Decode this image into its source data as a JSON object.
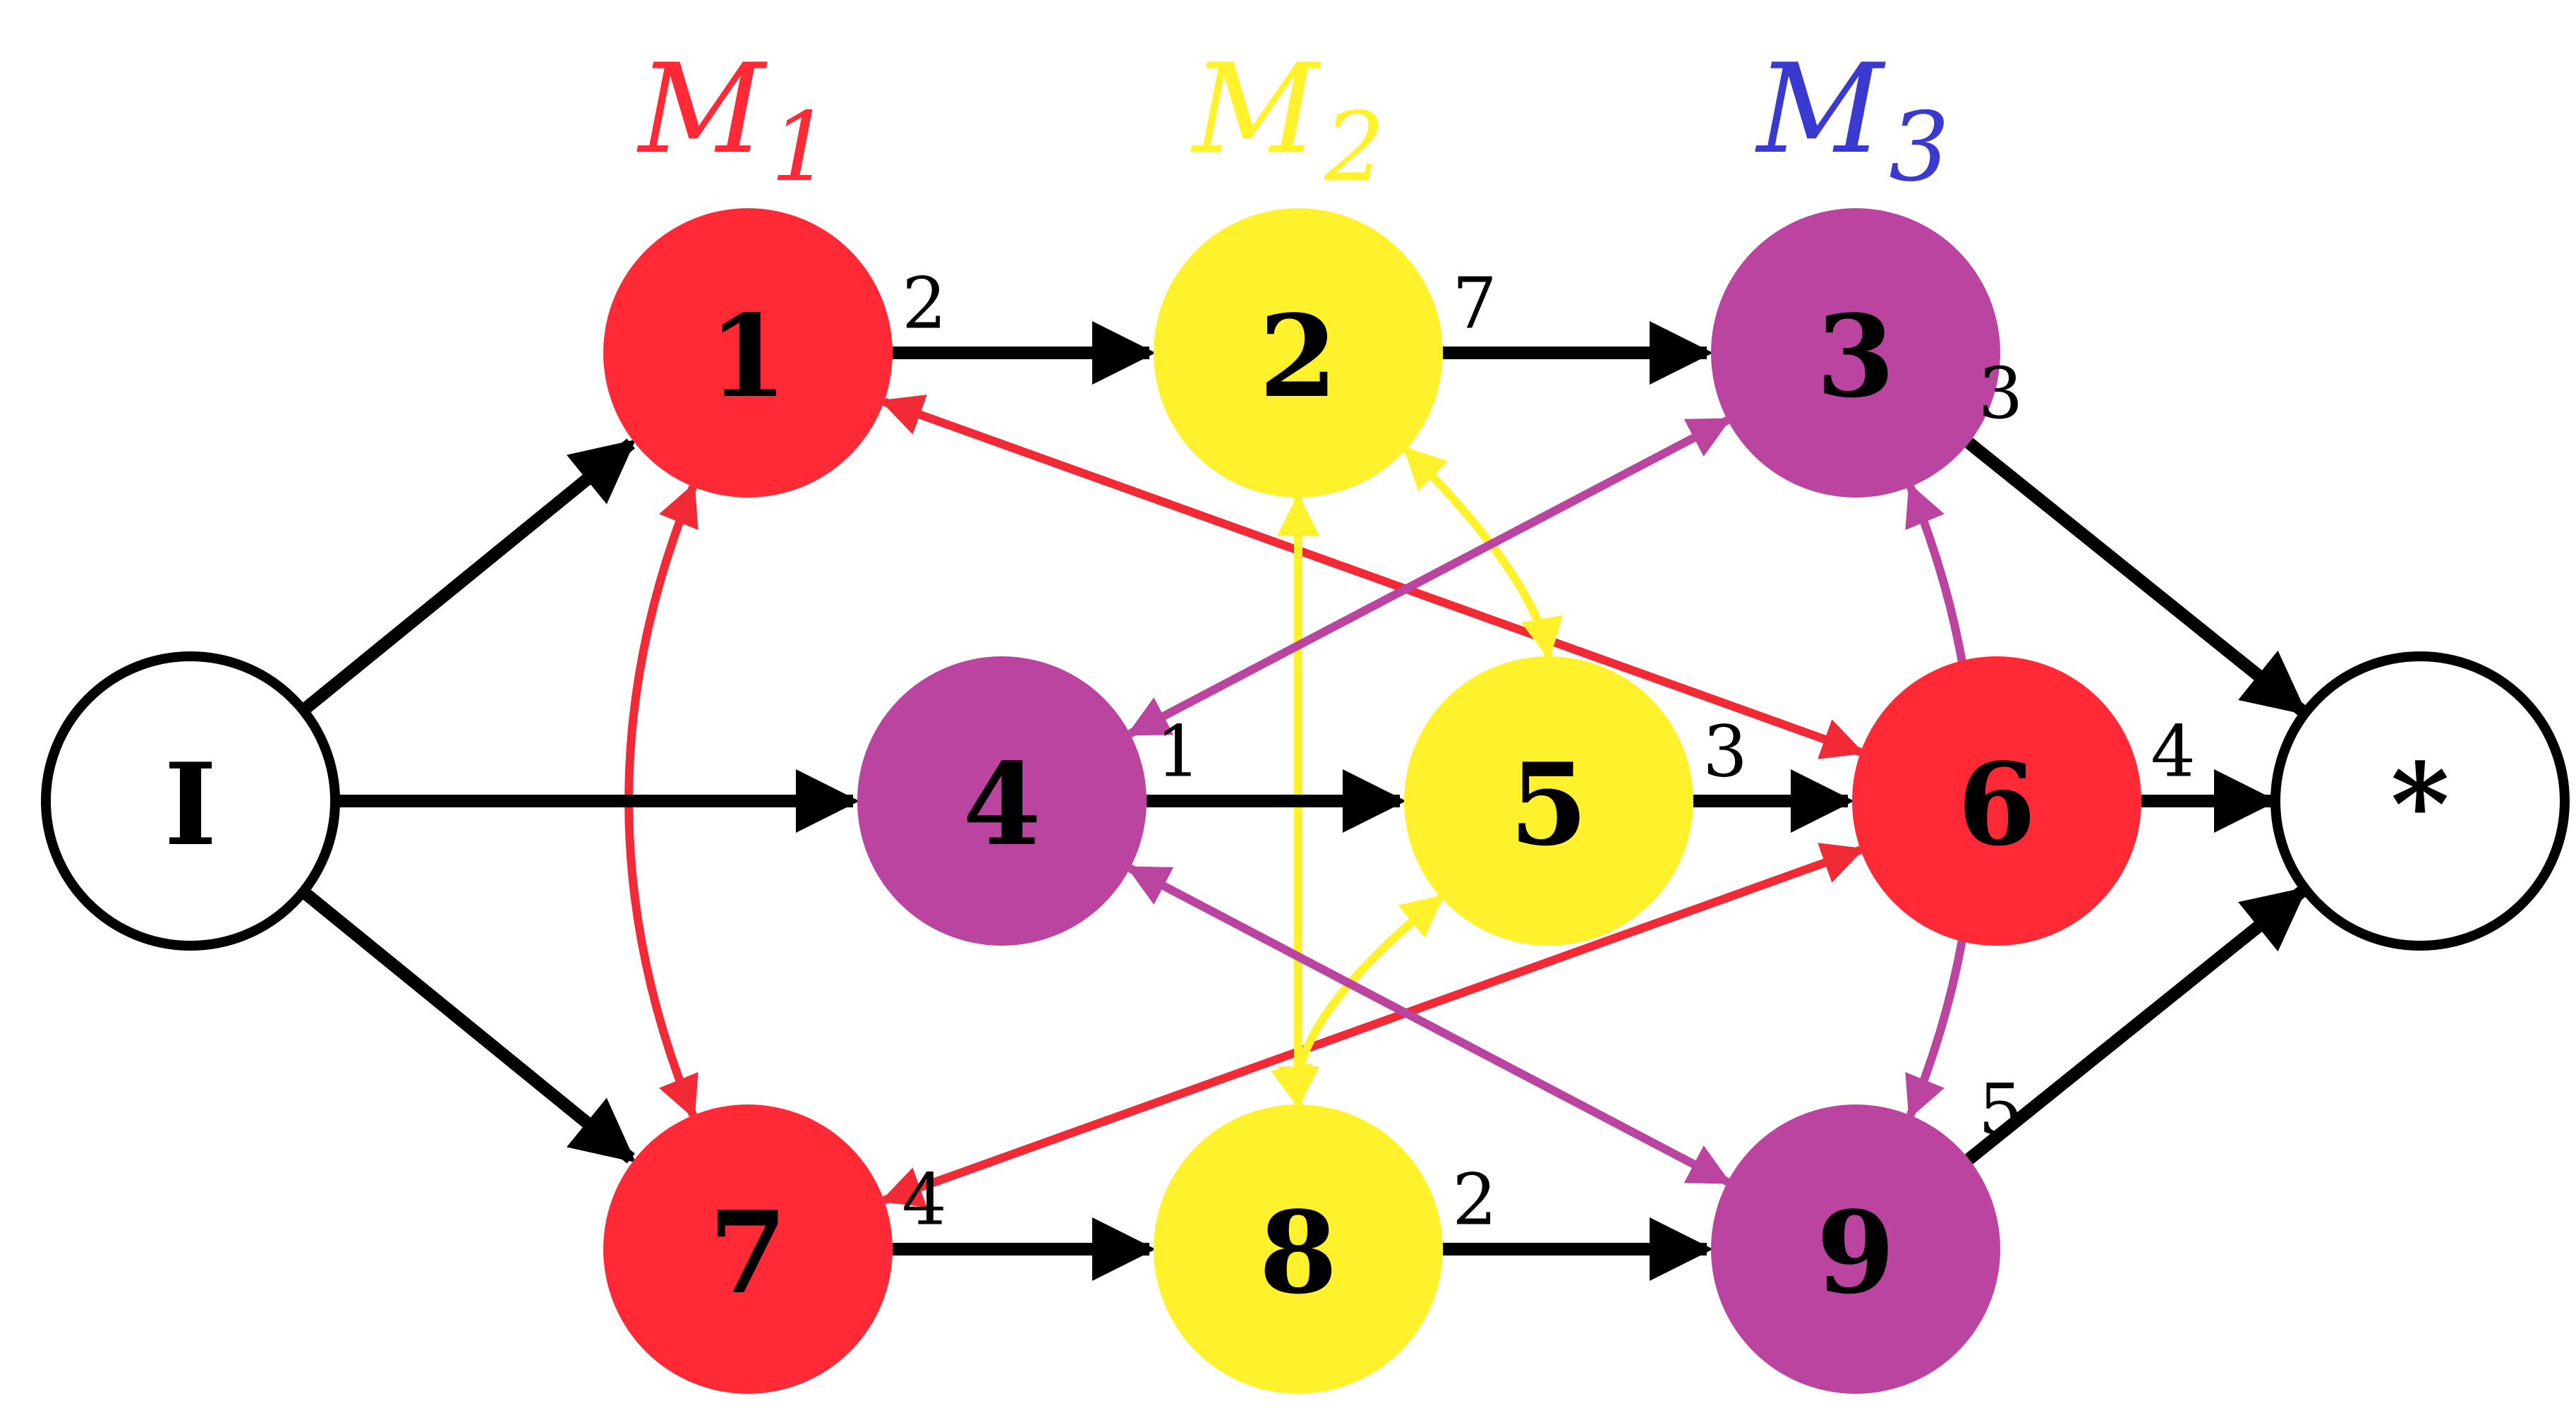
{
  "machines": [
    {
      "id": "M1",
      "letter": "M",
      "sub": "1",
      "color": "#ff2a35"
    },
    {
      "id": "M2",
      "letter": "M",
      "sub": "2",
      "color": "#fff22c"
    },
    {
      "id": "M3",
      "letter": "M",
      "sub": "3",
      "color": "#3a3ad0"
    }
  ],
  "nodes": [
    {
      "id": "I",
      "label": "I",
      "fill": "#ffffff",
      "stroke": "#000000"
    },
    {
      "id": "n1",
      "label": "1",
      "fill": "#ff2a35"
    },
    {
      "id": "n2",
      "label": "2",
      "fill": "#fff22c"
    },
    {
      "id": "n3",
      "label": "3",
      "fill": "#bb44a0"
    },
    {
      "id": "n4",
      "label": "4",
      "fill": "#bb44a0"
    },
    {
      "id": "n5",
      "label": "5",
      "fill": "#fff22c"
    },
    {
      "id": "n6",
      "label": "6",
      "fill": "#ff2a35"
    },
    {
      "id": "n7",
      "label": "7",
      "fill": "#ff2a35"
    },
    {
      "id": "n8",
      "label": "8",
      "fill": "#fff22c"
    },
    {
      "id": "n9",
      "label": "9",
      "fill": "#bb44a0"
    },
    {
      "id": "end",
      "label": "*",
      "fill": "#ffffff",
      "stroke": "#000000"
    }
  ],
  "conjunctive_arcs": [
    {
      "from": "I",
      "to": "n1"
    },
    {
      "from": "I",
      "to": "n4"
    },
    {
      "from": "I",
      "to": "n7"
    },
    {
      "from": "n1",
      "to": "n2",
      "weight": "2"
    },
    {
      "from": "n2",
      "to": "n3",
      "weight": "7"
    },
    {
      "from": "n3",
      "to": "end",
      "weight": "3"
    },
    {
      "from": "n4",
      "to": "n5",
      "weight": "1"
    },
    {
      "from": "n5",
      "to": "n6",
      "weight": "3"
    },
    {
      "from": "n6",
      "to": "end",
      "weight": "4"
    },
    {
      "from": "n7",
      "to": "n8",
      "weight": "4"
    },
    {
      "from": "n8",
      "to": "n9",
      "weight": "2"
    },
    {
      "from": "n9",
      "to": "end",
      "weight": "5"
    }
  ],
  "disjunctive_arcs": [
    {
      "a": "n1",
      "b": "n6",
      "machine": "M1"
    },
    {
      "a": "n1",
      "b": "n7",
      "machine": "M1"
    },
    {
      "a": "n6",
      "b": "n7",
      "machine": "M1"
    },
    {
      "a": "n2",
      "b": "n5",
      "machine": "M2"
    },
    {
      "a": "n2",
      "b": "n8",
      "machine": "M2"
    },
    {
      "a": "n5",
      "b": "n8",
      "machine": "M2"
    },
    {
      "a": "n3",
      "b": "n4",
      "machine": "M3"
    },
    {
      "a": "n3",
      "b": "n9",
      "machine": "M3"
    },
    {
      "a": "n4",
      "b": "n9",
      "machine": "M3"
    }
  ],
  "colors": {
    "conjunctive": "#000000",
    "M1_arc": "#f22a35",
    "M2_arc": "#fff22c",
    "M3_arc": "#bb44a0"
  }
}
